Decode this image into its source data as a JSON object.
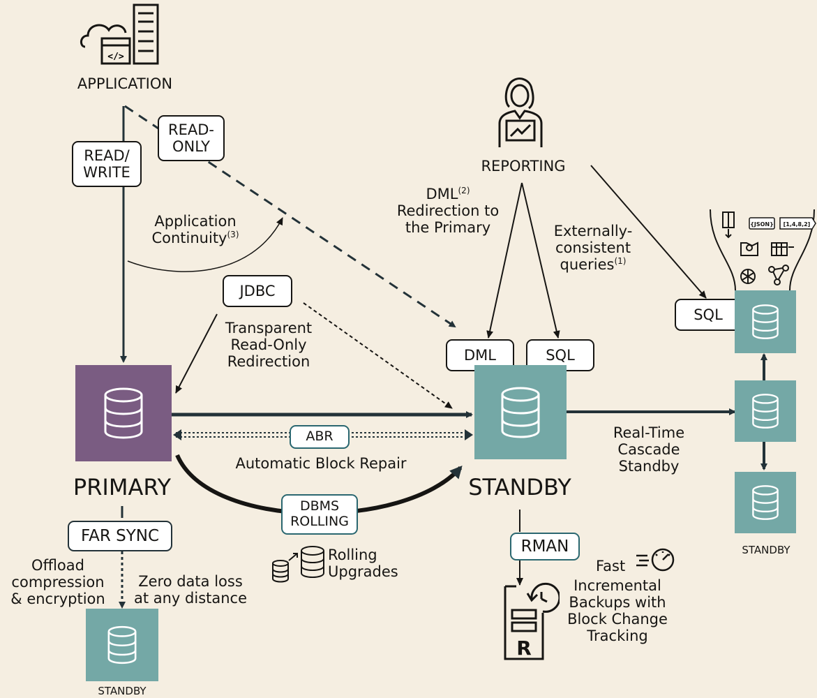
{
  "nodes": {
    "application": "APPLICATION",
    "reporting": "REPORTING",
    "primary": "PRIMARY",
    "standby_main": "STANDBY",
    "standby_bottom_left": "STANDBY",
    "standby_right": "STANDBY"
  },
  "tags": {
    "read_write": "READ/\nWRITE",
    "read_only": "READ-\nONLY",
    "jdbc": "JDBC",
    "dml": "DML",
    "sql_standby": "SQL",
    "sql_right": "SQL",
    "abr": "ABR",
    "dbms_rolling": "DBMS\nROLLING",
    "far_sync": "FAR SYNC",
    "rman": "RMAN"
  },
  "notes": {
    "application_continuity": "Application\nContinuity",
    "application_continuity_ref": "(3)",
    "transparent_redirection": "Transparent\nRead-Only\nRedirection",
    "dml_redirection_title": "DML",
    "dml_redirection_ref": "(2)",
    "dml_redirection_body": "Redirection to\nthe Primary",
    "externally_consistent": "Externally-\nconsistent\nqueries",
    "externally_consistent_ref": "(1)",
    "automatic_block_repair": "Automatic Block Repair",
    "real_time_cascade": "Real-Time\nCascade\nStandby",
    "rolling_upgrades": "Rolling\nUpgrades",
    "offload": "Offload\ncompression\n& encryption",
    "zero_data_loss": "Zero data loss\nat any distance",
    "fast": "Fast",
    "incremental_backups": "Incremental\nBackups with\nBlock Change\nTracking"
  },
  "data_types": {
    "json": "{JSON}",
    "array": "[1,4,8,2]"
  },
  "icon_names": [
    "cloud-code-server-icon",
    "reporting-person-icon",
    "database-icon",
    "backup-restore-icon",
    "speedometer-icon",
    "rolling-databases-icon",
    "data-types-icon"
  ],
  "colors": {
    "background": "#f5eee1",
    "primary_db": "#7a5c82",
    "standby_db": "#74a8a6",
    "line": "#233238",
    "text": "#161513"
  }
}
